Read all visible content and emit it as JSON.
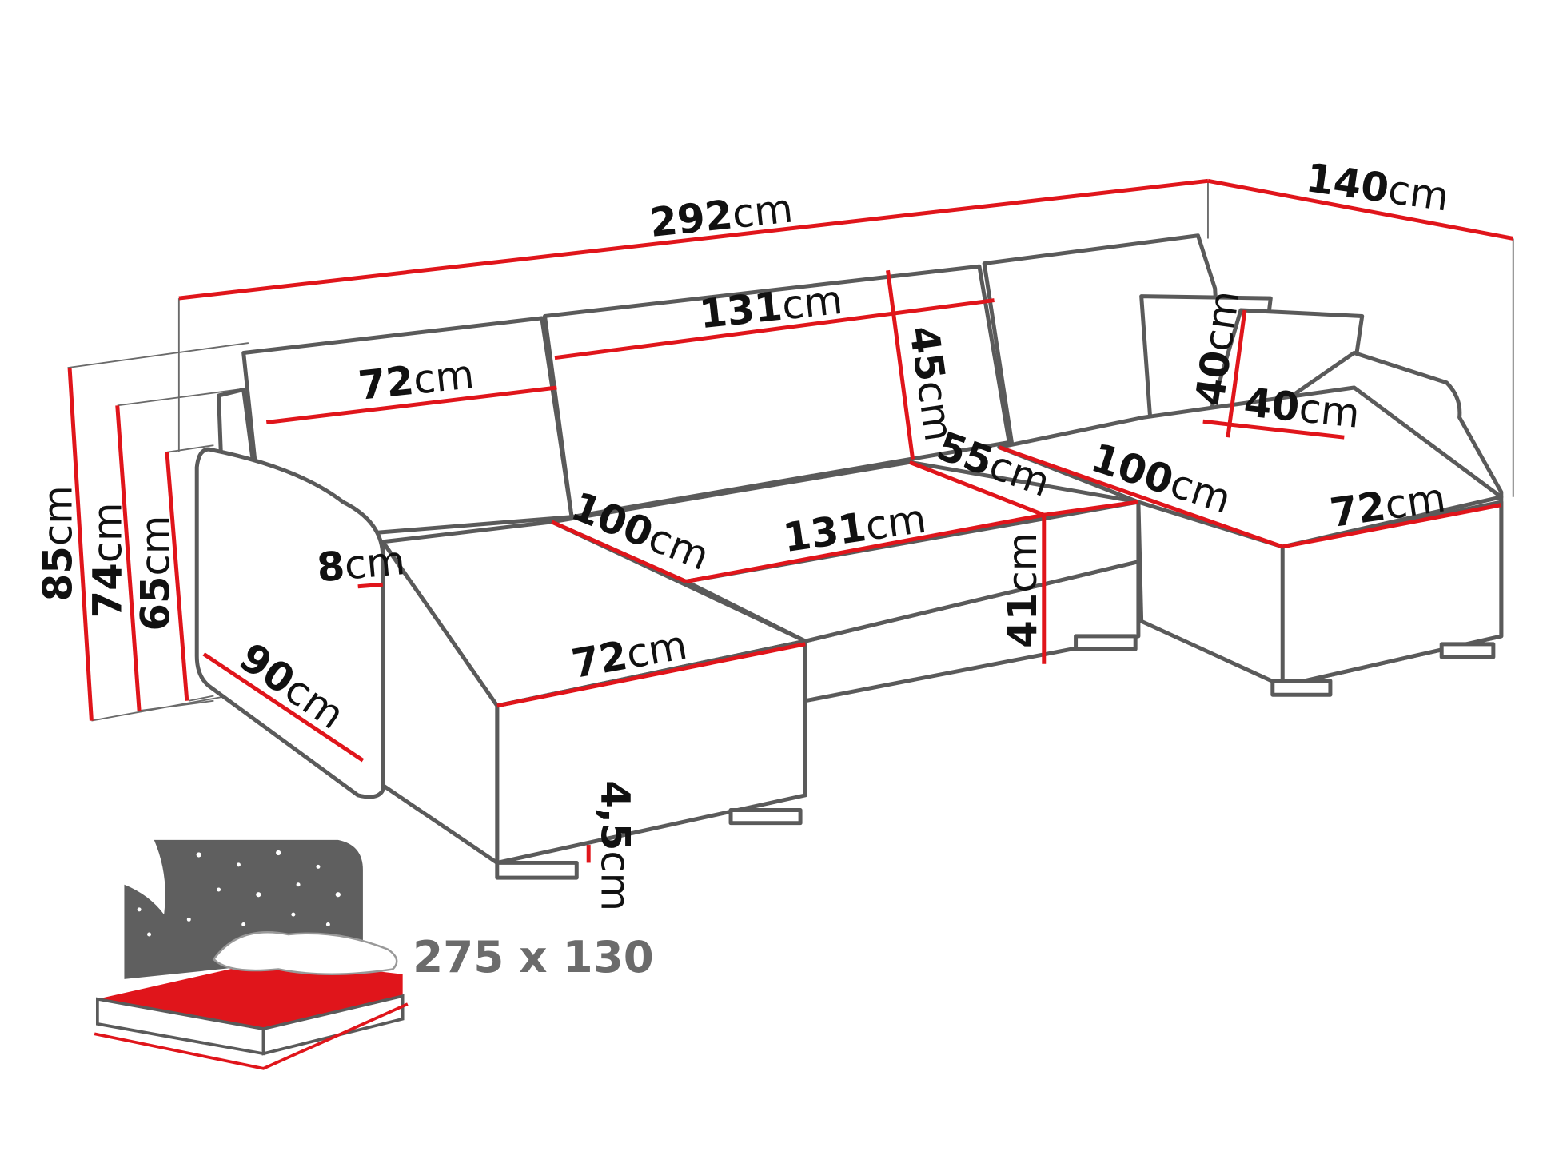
{
  "title": "U-shaped corner sofa dimensions",
  "colors": {
    "dimension_line": "#e0151b",
    "outline": "#5a5a5a",
    "bed_surface": "#e0151b",
    "night_sky": "#5f5f5f"
  },
  "labels": {
    "total_width": {
      "value": "292",
      "unit": "cm"
    },
    "depth_right": {
      "value": "140",
      "unit": "cm"
    },
    "back_middle": {
      "value": "131",
      "unit": "cm"
    },
    "back_left": {
      "value": "72",
      "unit": "cm"
    },
    "back_height": {
      "value": "45",
      "unit": "cm"
    },
    "pillow_height": {
      "value": "40",
      "unit": "cm"
    },
    "pillow_width": {
      "value": "40",
      "unit": "cm"
    },
    "total_height": {
      "value": "85",
      "unit": "cm"
    },
    "arm_height": {
      "value": "74",
      "unit": "cm"
    },
    "seat_back_height": {
      "value": "65",
      "unit": "cm"
    },
    "arm_width": {
      "value": "8",
      "unit": "cm"
    },
    "arm_depth": {
      "value": "90",
      "unit": "cm"
    },
    "left_chaise_length": {
      "value": "100",
      "unit": "cm"
    },
    "seat_middle": {
      "value": "131",
      "unit": "cm"
    },
    "seat_depth": {
      "value": "55",
      "unit": "cm"
    },
    "right_chaise_length": {
      "value": "100",
      "unit": "cm"
    },
    "right_chaise_width": {
      "value": "72",
      "unit": "cm"
    },
    "seat_height": {
      "value": "41",
      "unit": "cm"
    },
    "left_chaise_width": {
      "value": "72",
      "unit": "cm"
    },
    "leg_height": {
      "value": "4,5",
      "unit": "cm"
    }
  },
  "sleeping_area": "275 x 130"
}
